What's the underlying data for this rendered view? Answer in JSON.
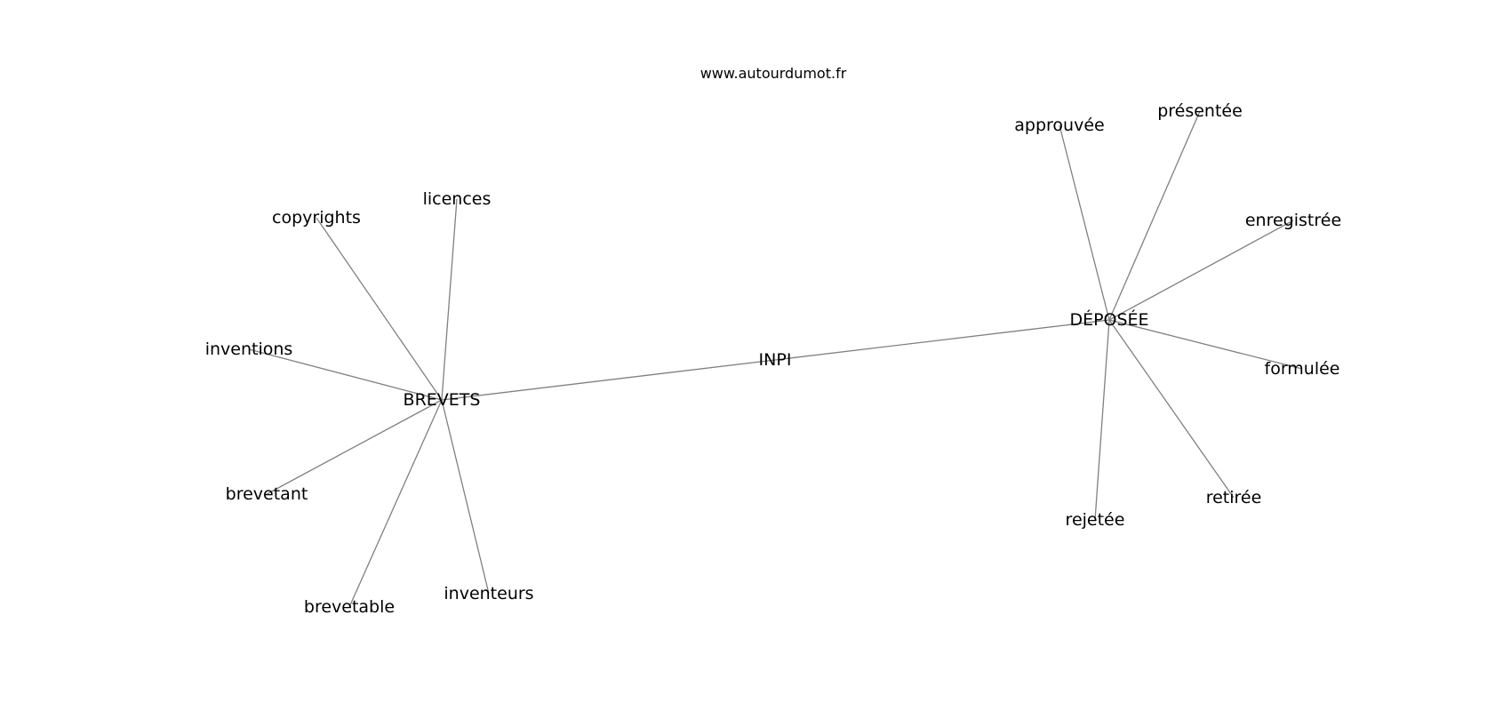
{
  "watermark": "www.autourdumot.fr",
  "diagram": {
    "nodes": [
      {
        "id": "brevets",
        "label": "BREVETS"
      },
      {
        "id": "inpi",
        "label": "INPI"
      },
      {
        "id": "deposee",
        "label": "DÉPOSÉE"
      },
      {
        "id": "licences",
        "label": "licences"
      },
      {
        "id": "copyrights",
        "label": "copyrights"
      },
      {
        "id": "inventions",
        "label": "inventions"
      },
      {
        "id": "brevetant",
        "label": "brevetant"
      },
      {
        "id": "brevetable",
        "label": "brevetable"
      },
      {
        "id": "inventeurs",
        "label": "inventeurs"
      },
      {
        "id": "approuvee",
        "label": "approuvée"
      },
      {
        "id": "presentee",
        "label": "présentée"
      },
      {
        "id": "enregistree",
        "label": "enregistrée"
      },
      {
        "id": "formulee",
        "label": "formulée"
      },
      {
        "id": "retiree",
        "label": "retirée"
      },
      {
        "id": "rejetee",
        "label": "rejetée"
      }
    ],
    "edges": [
      [
        "brevets",
        "inpi"
      ],
      [
        "inpi",
        "deposee"
      ],
      [
        "brevets",
        "licences"
      ],
      [
        "brevets",
        "copyrights"
      ],
      [
        "brevets",
        "inventions"
      ],
      [
        "brevets",
        "brevetant"
      ],
      [
        "brevets",
        "brevetable"
      ],
      [
        "brevets",
        "inventeurs"
      ],
      [
        "deposee",
        "approuvee"
      ],
      [
        "deposee",
        "presentee"
      ],
      [
        "deposee",
        "enregistree"
      ],
      [
        "deposee",
        "formulee"
      ],
      [
        "deposee",
        "retiree"
      ],
      [
        "deposee",
        "rejetee"
      ]
    ]
  }
}
